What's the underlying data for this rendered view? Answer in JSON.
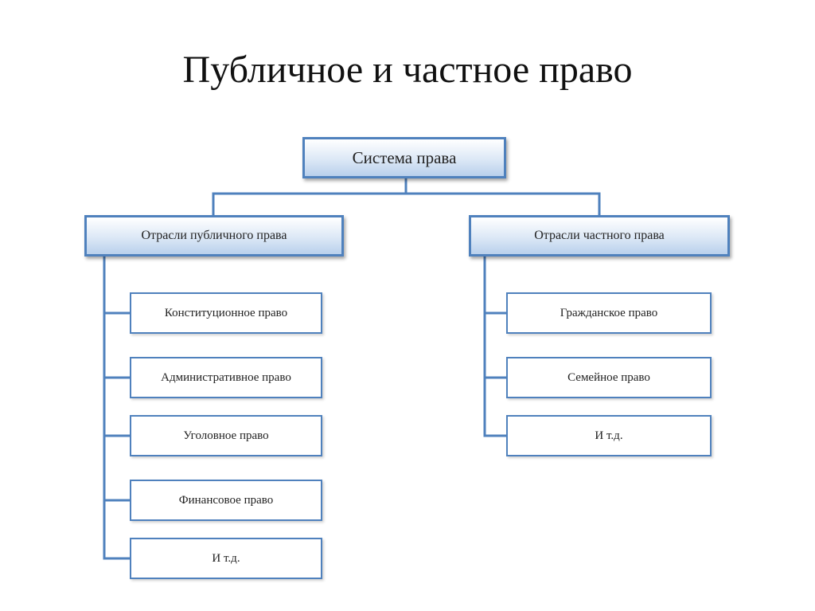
{
  "title": "Публичное и частное право",
  "root": "Система права",
  "public": {
    "label": "Отрасли публичного права",
    "items": [
      "Конституционное право",
      "Административное право",
      "Уголовное право",
      "Финансовое право",
      "И т.д."
    ]
  },
  "private": {
    "label": "Отрасли частного права",
    "items": [
      "Гражданское право",
      "Семейное право",
      "И т.д."
    ]
  },
  "colors": {
    "border": "#4f81bd",
    "head_fill_top": "#ffffff",
    "head_fill_bottom": "#b9d0ec",
    "text": "#222222"
  }
}
